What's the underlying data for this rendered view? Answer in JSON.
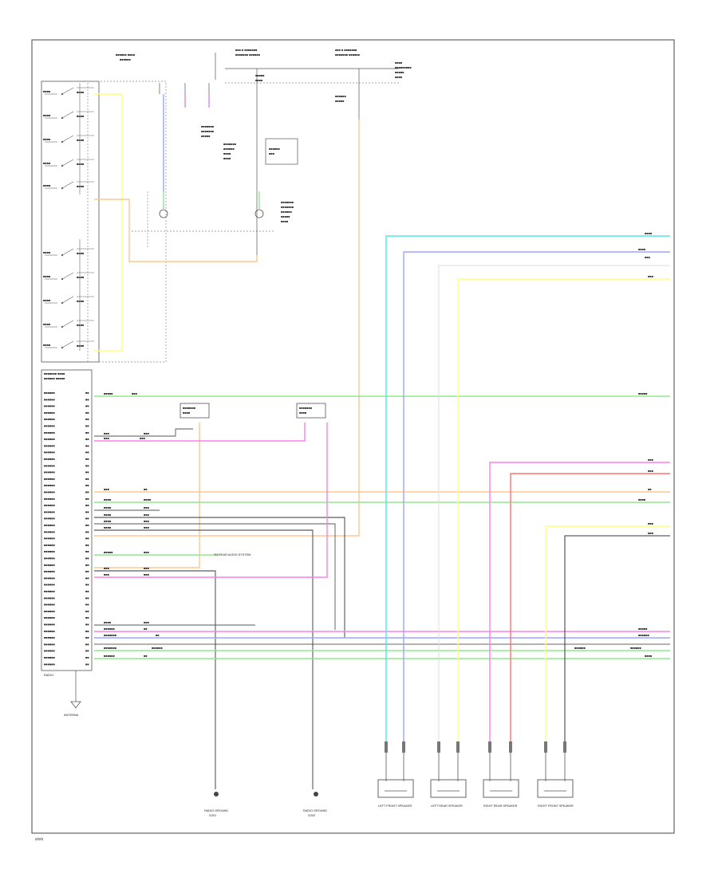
{
  "diagram": {
    "footer_code": "0/0/0",
    "colors": {
      "border": "#444444",
      "yellow": "#ffff80",
      "orange": "#ffc890",
      "blue": "#9aa6ff",
      "cyan": "#4ee6f0",
      "pink": "#ff7ee8",
      "violet": "#e080ff",
      "red": "#ff7070",
      "green": "#8ee88e",
      "gray": "#555555",
      "darkgray": "#333333"
    },
    "labels": {
      "radio": "RADIO",
      "antenna": "ANTENNA",
      "lf_speaker": "LEFT FRONT SPEAKER",
      "lr_speaker": "LEFT REAR SPEAKER",
      "rr_speaker": "RIGHT REAR SPEAKER",
      "rf_speaker": "RIGHT FRONT SPEAKER",
      "steering_wheel_controls": "STEERING WHEEL CONTROLS",
      "radio_ground": "RADIO GROUND",
      "ground_left": "G201",
      "ground_right": "G202",
      "to_rear_audio": "TO REAR AUDIO SYSTEM"
    }
  }
}
